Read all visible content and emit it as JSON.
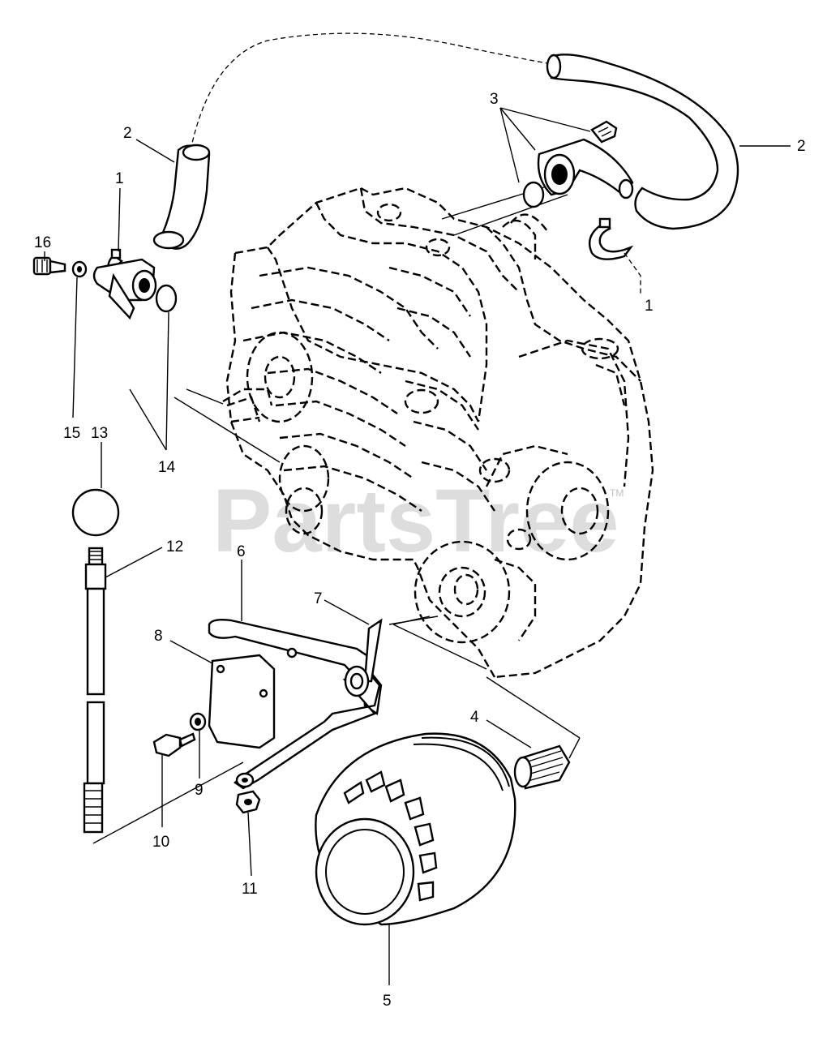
{
  "watermark": "PartsTree",
  "trademark": "TM",
  "callouts": {
    "c1_left": "1",
    "c1_right": "1",
    "c2_left": "2",
    "c2_right": "2",
    "c3": "3",
    "c4": "4",
    "c5": "5",
    "c6": "6",
    "c7": "7",
    "c8": "8",
    "c9": "9",
    "c10": "10",
    "c11": "11",
    "c12": "12",
    "c13": "13",
    "c14": "14",
    "c15": "15",
    "c16": "16"
  }
}
